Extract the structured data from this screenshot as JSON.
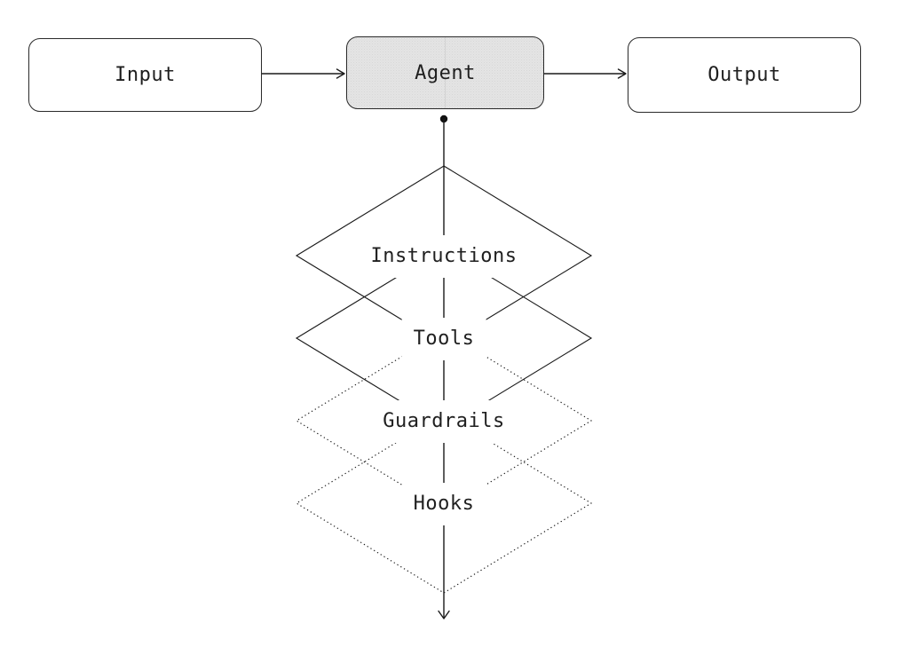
{
  "nodes": {
    "input": {
      "label": "Input"
    },
    "agent": {
      "label": "Agent"
    },
    "output": {
      "label": "Output"
    }
  },
  "layers": [
    {
      "label": "Instructions",
      "border": "solid"
    },
    {
      "label": "Tools",
      "border": "solid"
    },
    {
      "label": "Guardrails",
      "border": "dotted"
    },
    {
      "label": "Hooks",
      "border": "dotted"
    }
  ],
  "colors": {
    "line": "#1a1a1a",
    "text": "#1f1f1f",
    "agent_fill": "#f1f1f1",
    "background": "#ffffff"
  }
}
